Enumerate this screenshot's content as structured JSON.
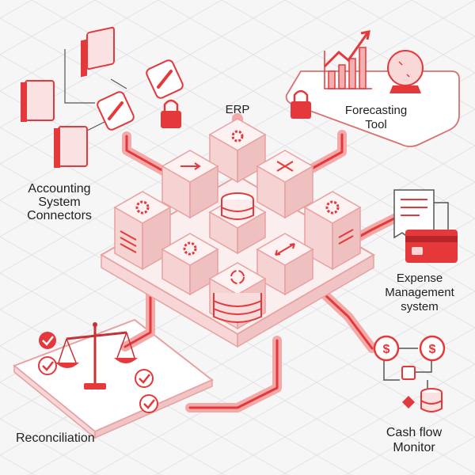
{
  "colors": {
    "accent": "#e5383b",
    "accent_light": "#f6b8b8",
    "block_face": "#fbe9e9",
    "block_side": "#f3cfcf",
    "background": "#f6f6f7",
    "grid": "#e2e2e6",
    "text": "#1f1f1f"
  },
  "labels": {
    "erp": "ERP",
    "accounting": [
      "Accounting",
      "System",
      "Connectors"
    ],
    "forecasting": [
      "Forecasting",
      "Tool"
    ],
    "expense": [
      "Expense",
      "Management",
      "system"
    ],
    "reconciliation": "Reconciliation",
    "cashflow": [
      "Cash flow",
      "Monitor"
    ]
  },
  "icons": [
    "book-icon",
    "chain-link-icon",
    "padlock-icon",
    "growth-chart-icon",
    "crystal-ball-icon",
    "gear-icon",
    "database-icon",
    "arrows-icon",
    "document-icon",
    "refresh-icon",
    "receipt-icon",
    "credit-card-icon",
    "balance-scale-icon",
    "checkmark-icon",
    "dollar-coin-icon",
    "diamond-icon"
  ]
}
